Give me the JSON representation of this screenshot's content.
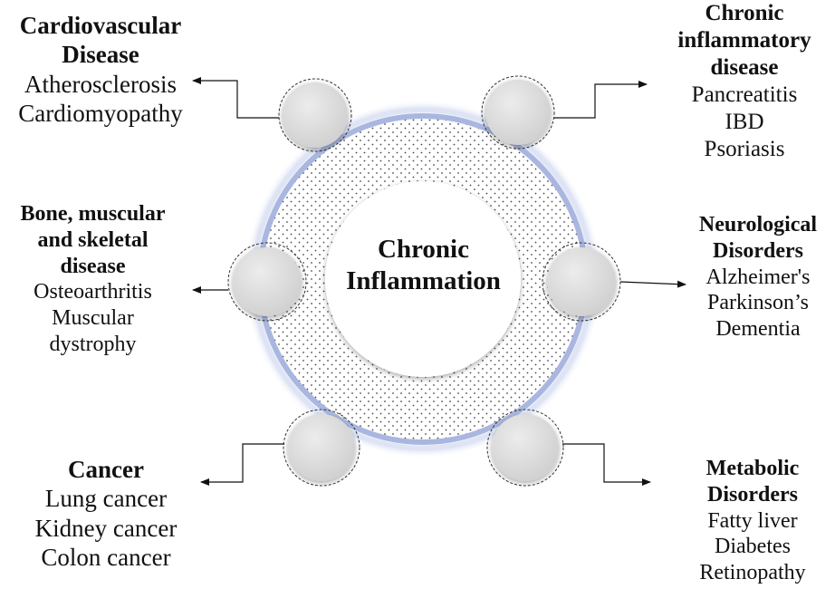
{
  "center": {
    "line1": "Chronic",
    "line2": "Inflammation"
  },
  "categories": [
    {
      "key": "cardio",
      "title_lines": [
        "Cardiovascular",
        "Disease"
      ],
      "items": [
        "Atherosclerosis",
        "Cardiomyopathy"
      ]
    },
    {
      "key": "chronic-inflammatory",
      "title_lines": [
        "Chronic",
        "inflammatory",
        "disease"
      ],
      "items": [
        "Pancreatitis",
        "IBD",
        "Psoriasis"
      ]
    },
    {
      "key": "bone",
      "title_lines": [
        "Bone, muscular",
        "and skeletal",
        "disease"
      ],
      "items": [
        "Osteoarthritis",
        "Muscular",
        "dystrophy"
      ]
    },
    {
      "key": "neuro",
      "title_lines": [
        "Neurological",
        "Disorders"
      ],
      "items": [
        "Alzheimer's",
        "Parkinson’s",
        "Dementia"
      ]
    },
    {
      "key": "cancer",
      "title_lines": [
        "Cancer"
      ],
      "items": [
        "Lung cancer",
        "Kidney cancer",
        "Colon cancer"
      ]
    },
    {
      "key": "metabolic",
      "title_lines": [
        "Metabolic",
        "Disorders"
      ],
      "items": [
        "Fatty liver",
        "Diabetes",
        "Retinopathy"
      ]
    }
  ],
  "colors": {
    "ring": "#a9b7e0",
    "ring_glow": "#c9d2ef",
    "dots": "#4a4a4a",
    "node_fill": "#dcdcdc",
    "arrow": "#111111"
  }
}
